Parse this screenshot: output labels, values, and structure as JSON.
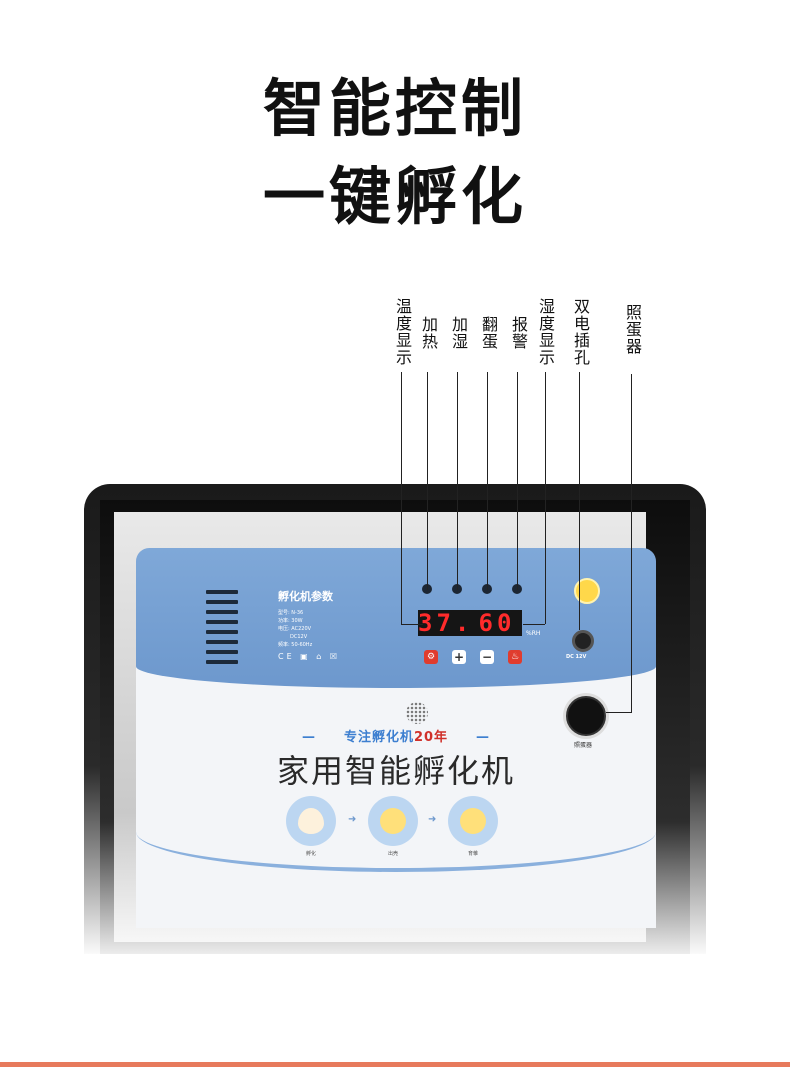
{
  "header": {
    "title_line1": "智能控制",
    "title_line2": "一键孵化"
  },
  "callouts": [
    "温度显示",
    "加热",
    "加湿",
    "翻蛋",
    "报警",
    "湿度显示",
    "双电插孔",
    "照蛋器"
  ],
  "panel": {
    "param_title": "孵化机参数",
    "param_lines": [
      "型号: N-36",
      "功率: 30W",
      "电压: AC220V",
      "DC12V",
      "频率: 50-60Hz"
    ],
    "cert_marks": "CE ▣ ⌂ ☒",
    "temperature_display": "37.6",
    "temperature_unit": "℃",
    "humidity_display": "60",
    "humidity_unit": "%RH",
    "key_labels": [
      "⚙",
      "+",
      "−",
      "♨"
    ],
    "dc_label": "DC 12V",
    "candler_label": "照蛋器"
  },
  "slogan": {
    "dash_left": "—",
    "text": "专注孵化机",
    "years": "20年",
    "dash_right": "—"
  },
  "product_name": "家用智能孵化机",
  "stages": [
    {
      "label": "孵化"
    },
    {
      "label": "出壳"
    },
    {
      "label": "育雏"
    }
  ],
  "colors": {
    "panel_blue": "#6d98cd",
    "display_red": "#ff2b2b",
    "accent_bar": "#e77a5c"
  }
}
